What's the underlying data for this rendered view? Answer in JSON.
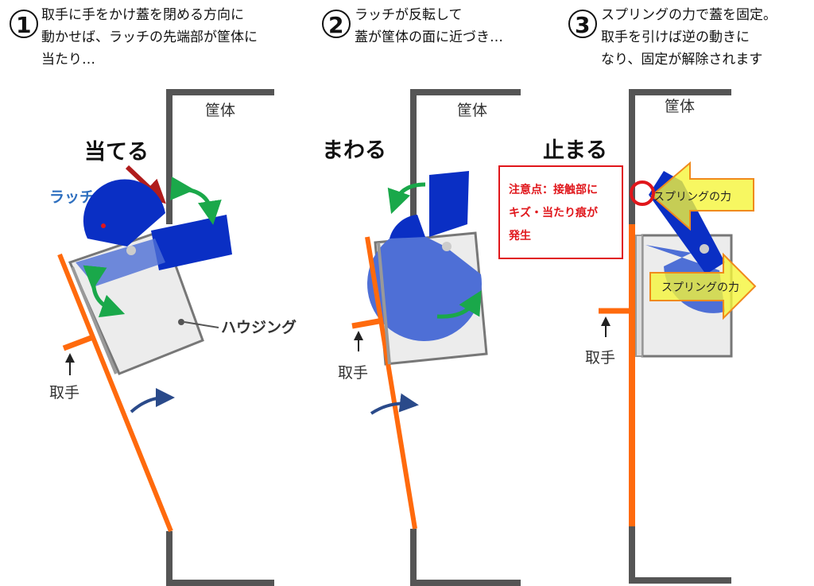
{
  "steps": [
    {
      "number": "1",
      "lines": [
        "取手に手をかけ蓋を閉める方向に",
        "動かせば、ラッチの先端部が筐体に",
        "当たり…"
      ],
      "action": "当てる",
      "casing": "筐体",
      "latch": "ラッチ",
      "housing": "ハウジング",
      "handle": "取手"
    },
    {
      "number": "2",
      "lines": [
        "ラッチが反転して",
        "蓋が筐体の面に近づき…"
      ],
      "action": "まわる",
      "casing": "筐体",
      "handle": "取手"
    },
    {
      "number": "3",
      "lines": [
        "スプリングの力で蓋を固定。",
        "取手を引けば逆の動きに",
        "なり、固定が解除されます"
      ],
      "action": "止まる",
      "casing": "筐体",
      "handle": "取手",
      "note": [
        "注意点：接触部に",
        "キズ・当たり痕が",
        "発生"
      ],
      "spring_label": "スプリングの力"
    }
  ],
  "colors": {
    "wall": "#555555",
    "lever": "#ff6a0d",
    "latch": "#0a2fc4",
    "latch_light": "#4e6fd6",
    "housing": "#ececec",
    "green": "#1aa84a",
    "red": "#e0161b",
    "arrow": "#2a4a8a",
    "yellow": "#f5f53a"
  }
}
